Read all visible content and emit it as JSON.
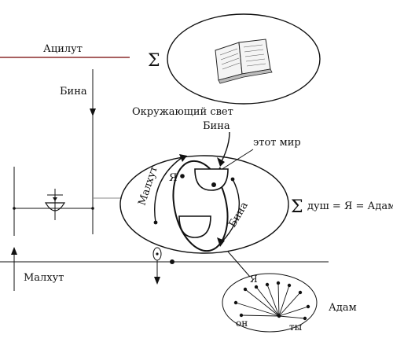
{
  "labels": {
    "atzilut": "Ацилут",
    "bina_left": "Бина",
    "malkhut_bottom": "Малхут",
    "sigma_top": "Σ",
    "surrounding_light": "Окружающий свет",
    "bina_under_light": "Бина",
    "this_world": "этот мир",
    "ya_inner": "Я",
    "malkhut_arc": "Малхут",
    "bina_arc": "Бина",
    "sigma_souls": "Σ",
    "souls_equation": "душ = Я = Адам",
    "adam_label": "Адам",
    "ya_circle": "Я",
    "on_circle": "он",
    "ty_circle": "ты"
  },
  "icons": {
    "book": "open-book-icon",
    "bowl": "bowl-icon"
  },
  "colors": {
    "line": "#111111",
    "red_line": "#8b2b2b",
    "gray_line": "#888888"
  }
}
